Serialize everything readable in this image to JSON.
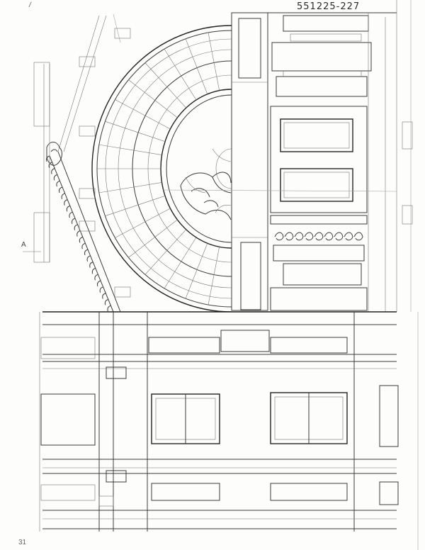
{
  "document": {
    "sheet_number": "551225-227",
    "corner_mark": "/",
    "section_mark": "A",
    "page_mark": "31"
  },
  "colors": {
    "paper": "#fdfdfb",
    "ink": "#3a3a3a"
  }
}
